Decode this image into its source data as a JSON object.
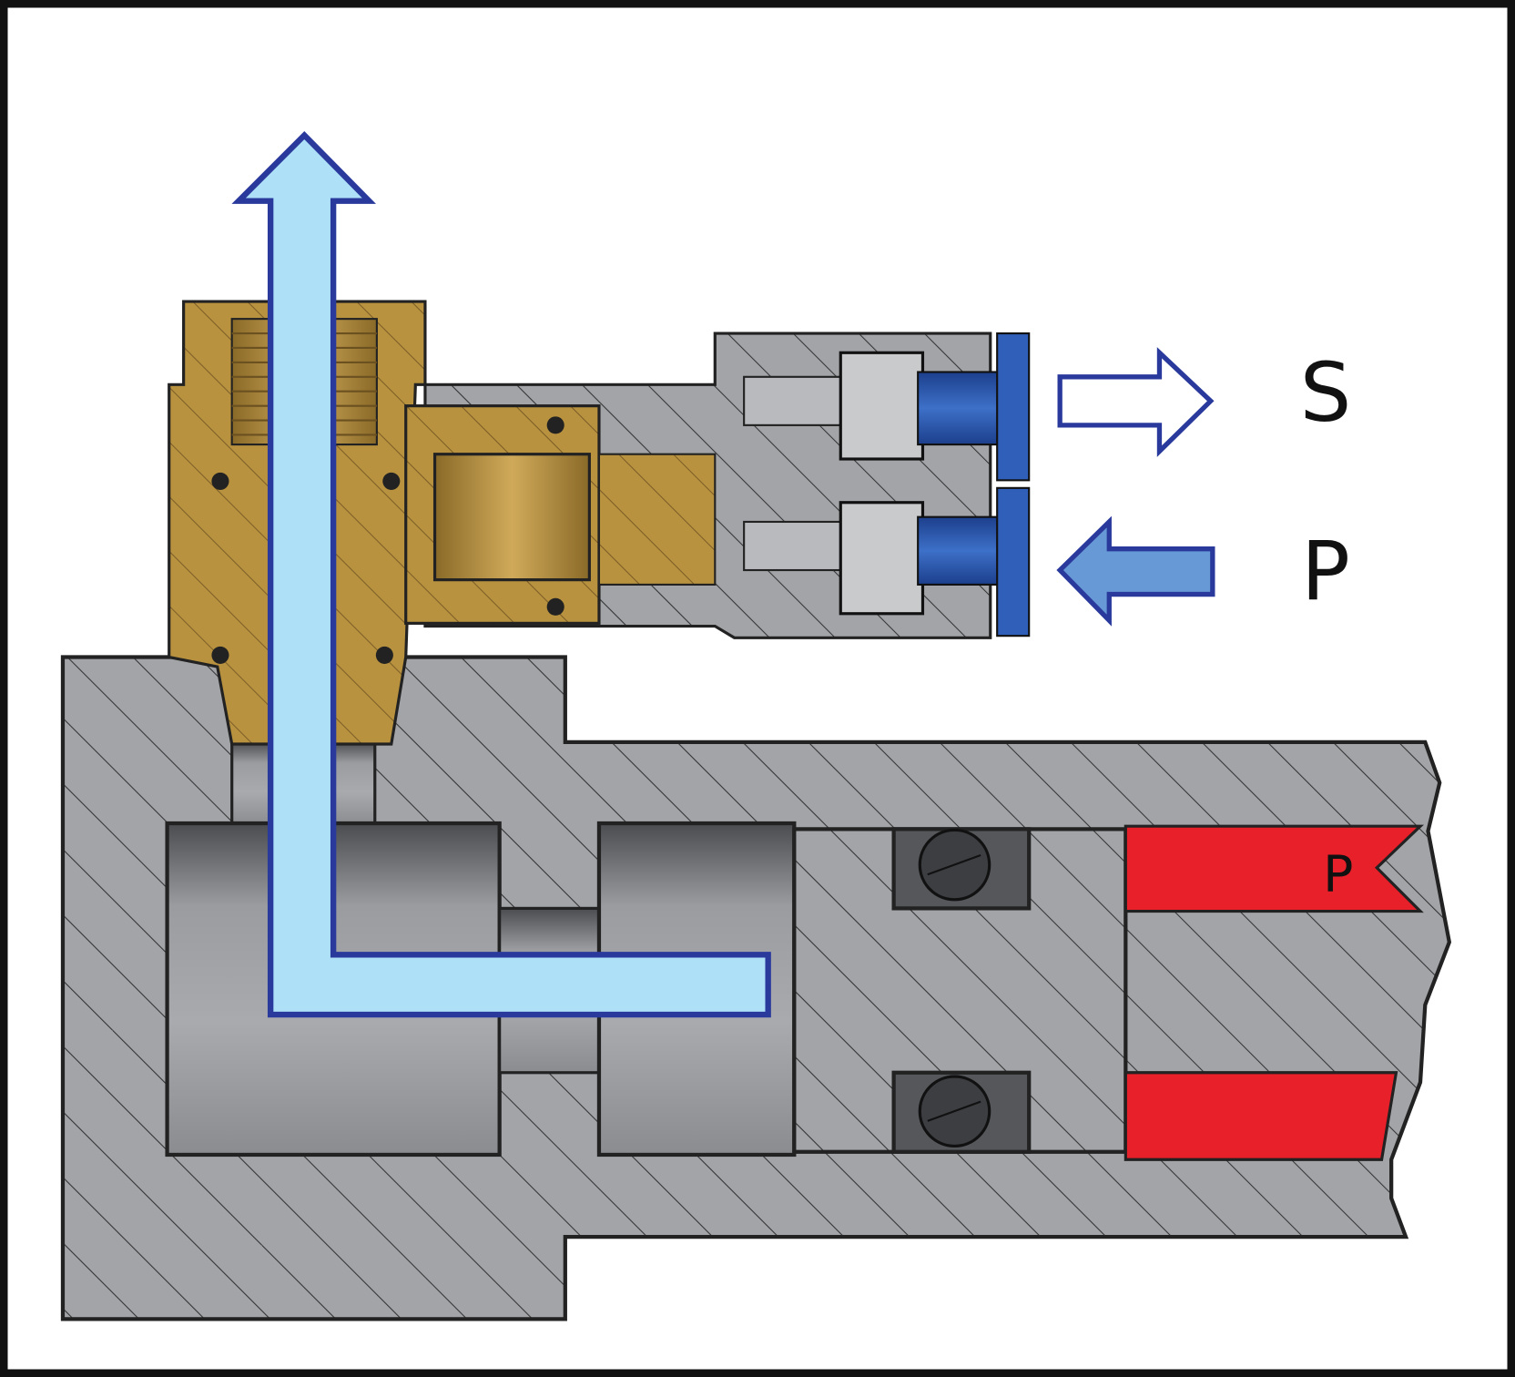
{
  "labels": {
    "exhaust_port": "S",
    "pressure_port": "P",
    "cylinder_pressure": "P"
  },
  "colors": {
    "body_gray": "#a2a4a8",
    "brass": "#b8923f",
    "fitting_blue": "#2f5fb8",
    "flow_light_blue": "#aee0f8",
    "arrow_outline": "#2a3a9c",
    "pressure_arrow_fill": "#6699d6",
    "pressure_red": "#e8202a"
  }
}
